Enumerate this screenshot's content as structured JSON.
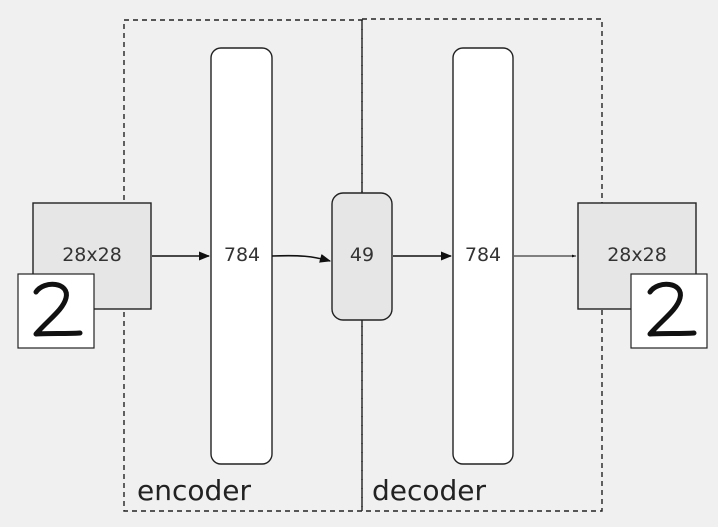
{
  "diagram": {
    "groups": [
      {
        "label": "encoder"
      },
      {
        "label": "decoder"
      }
    ],
    "nodes": {
      "input": {
        "label": "28x28"
      },
      "enc_hidden": {
        "label": "784"
      },
      "bottleneck": {
        "label": "49"
      },
      "dec_hidden": {
        "label": "784"
      },
      "output": {
        "label": "28x28"
      }
    },
    "images": {
      "input_digit": "2",
      "output_digit": "2"
    },
    "colors": {
      "background": "#f0f0f0",
      "layer_fill": "#ffffff",
      "shaded_fill": "#e6e6e6",
      "stroke": "#222222",
      "text": "#333333"
    }
  }
}
